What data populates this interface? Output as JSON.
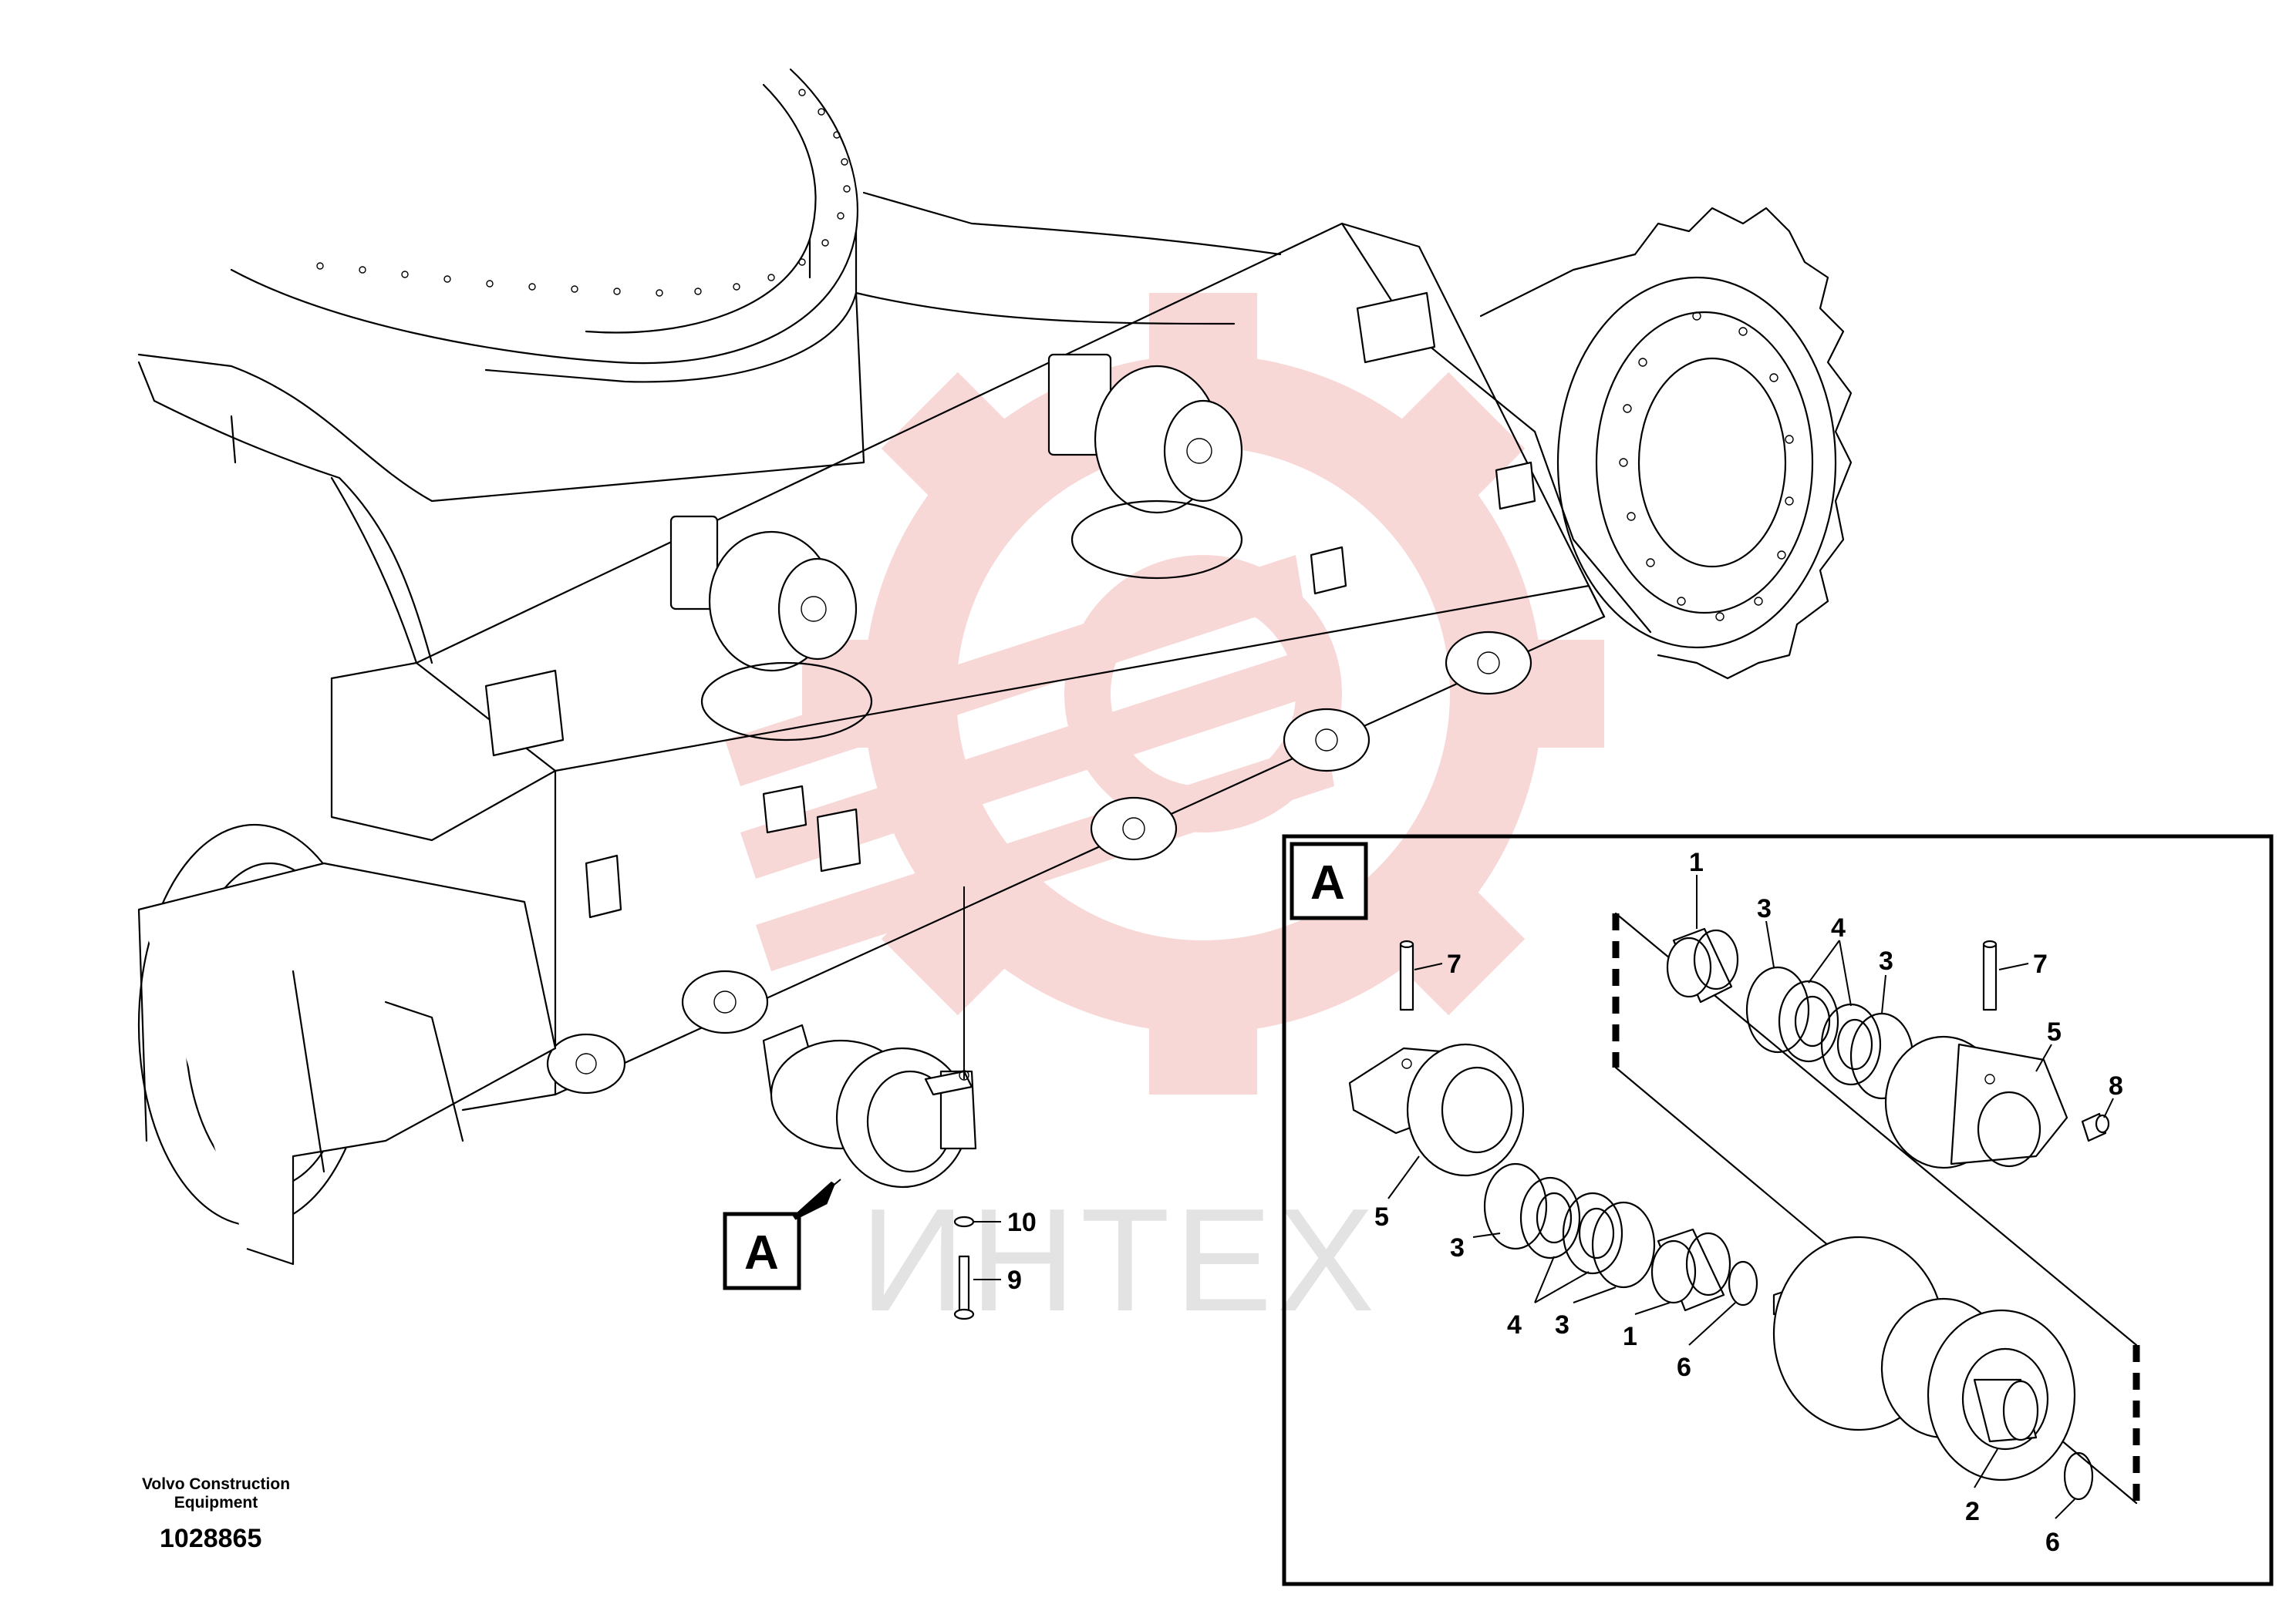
{
  "watermark": {
    "text": "ИНТЕХ",
    "color": "#f4b8b8"
  },
  "callouts": {
    "main_label": "A",
    "detail_label": "A"
  },
  "part_labels": {
    "p1a": "1",
    "p3a": "3",
    "p4a": "4",
    "p3b": "3",
    "p7a": "7",
    "p7b": "7",
    "p5a": "5",
    "p8": "8",
    "p5b": "5",
    "p3c": "3",
    "p4b": "4",
    "p3d": "3",
    "p1b": "1",
    "p6a": "6",
    "p2": "2",
    "p6b": "6",
    "p10": "10",
    "p9": "9"
  },
  "footer": {
    "line1": "Volvo Construction",
    "line2": "Equipment",
    "number": "1028865"
  }
}
